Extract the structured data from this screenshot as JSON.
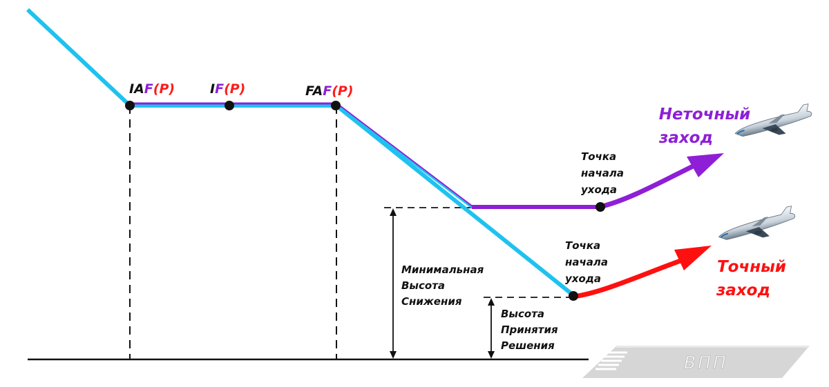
{
  "colors": {
    "precision": "#1fc2ef",
    "non_precision": "#8e1fd6",
    "precision_missed": "#ff1010",
    "fix_letter": "#8e1fd6",
    "fix_paren": "#ff1a1a",
    "ink": "#111111",
    "runway": "#cfcfcf"
  },
  "fixes": [
    {
      "name": "IAF",
      "prefix": "IA",
      "suffix": "F",
      "paren": "(P)"
    },
    {
      "name": "IF",
      "prefix": "I",
      "suffix": "F",
      "paren": "(P)"
    },
    {
      "name": "FAF",
      "prefix": "FA",
      "suffix": "F",
      "paren": "(P)"
    }
  ],
  "labels": {
    "non_precision": [
      "Неточный",
      "заход"
    ],
    "precision": [
      "Точный",
      "заход"
    ],
    "missed_point_upper": [
      "Точка",
      "начала",
      "ухода"
    ],
    "missed_point_lower": [
      "Точка",
      "начала",
      "ухода"
    ],
    "mda": [
      "Минимальная",
      "Высота",
      "Снижения"
    ],
    "dh": [
      "Высота",
      "Принятия",
      "Решения"
    ],
    "runway": "ВПП"
  },
  "icons": [
    "airplane-icon",
    "runway-icon",
    "arrow-icon"
  ]
}
